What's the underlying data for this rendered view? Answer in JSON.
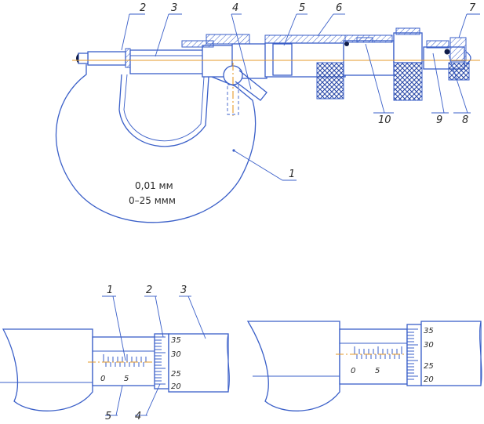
{
  "micrometer": {
    "part_labels": [
      "1",
      "2",
      "3",
      "4",
      "5",
      "6",
      "7",
      "8",
      "9",
      "10"
    ],
    "spec_division": "0,01 мм",
    "spec_range": "0–25 ммм"
  },
  "scale_detail_left": {
    "part_labels": [
      "1",
      "2",
      "3",
      "4",
      "5"
    ],
    "sleeve_marks": [
      "0",
      "5"
    ],
    "thimble_marks": [
      "35",
      "30",
      "25",
      "20"
    ]
  },
  "scale_detail_right": {
    "sleeve_marks": [
      "0",
      "5"
    ],
    "thimble_marks": [
      "35",
      "30",
      "25",
      "20"
    ]
  },
  "colors": {
    "outline": "#3a5fc8",
    "axis": "#e69a2a",
    "text": "#2a2a2a"
  }
}
